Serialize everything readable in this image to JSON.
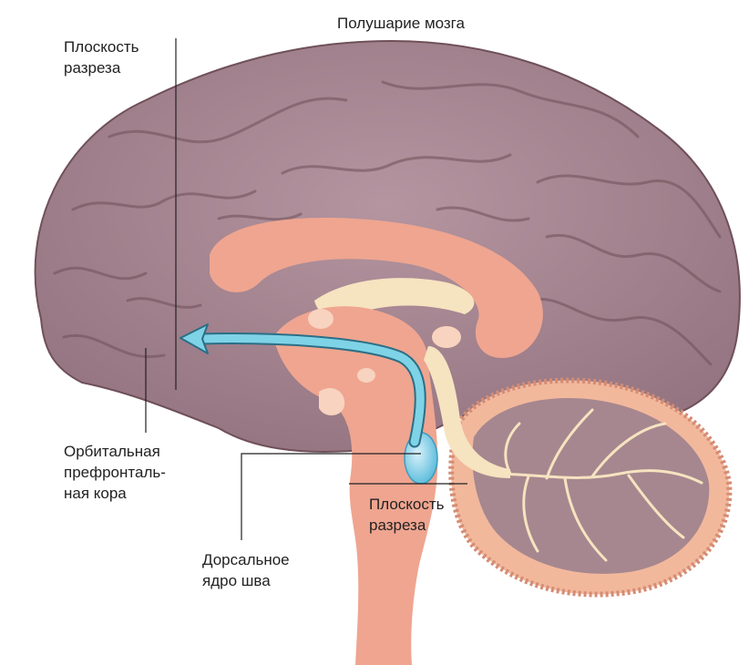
{
  "labels": {
    "hemisphere": "Полушарие мозга",
    "cut_plane_top": "Плоскость\nразреза",
    "orbital_cortex": "Орбитальная\nпрефронталь-\nная кора",
    "cut_plane_bottom": "Плоскость\nразреза",
    "raphe_nucleus": "Дорсальное\nядро шва"
  },
  "colors": {
    "cortex": "#a6878f",
    "cortex_dark": "#7e5f68",
    "midline": "#efa590",
    "white_matter": "#f6e3c0",
    "cerebellum": "#f2b89c",
    "arrow": "#7fd3e6",
    "nucleus": "#6fc4e0"
  }
}
